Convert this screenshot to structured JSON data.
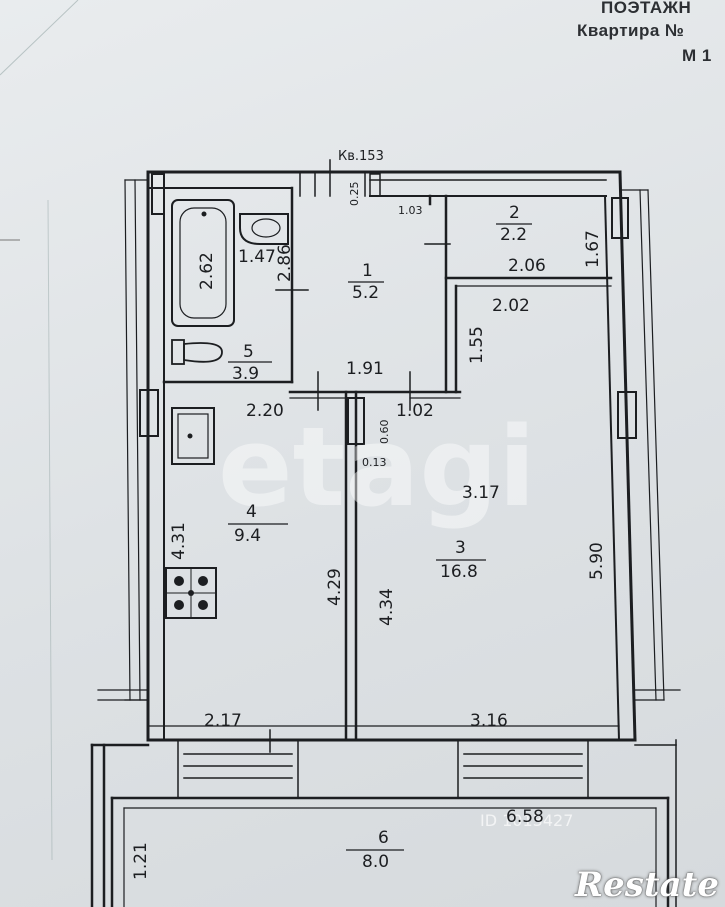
{
  "header": {
    "line1": "ПОЭТАЖН",
    "line2": "Квартира №",
    "line3": "М 1"
  },
  "plan": {
    "unit_label": "Кв.153",
    "rooms": [
      {
        "id": "1",
        "area": "5.2"
      },
      {
        "id": "2",
        "area": "2.2"
      },
      {
        "id": "3",
        "area": "16.8"
      },
      {
        "id": "4",
        "area": "9.4"
      },
      {
        "id": "5",
        "area": "3.9"
      },
      {
        "id": "6",
        "area": "8.0"
      }
    ],
    "dimensions": {
      "bath_len": "2.62",
      "bath_w": "1.47",
      "hall_h": "2.86",
      "hall_top": "0.25",
      "hall_top_w": "1.03",
      "r2_h": "1.67",
      "r2_w": "2.06",
      "r3_top_w": "2.02",
      "r3_step": "1.55",
      "hall_w": "1.91",
      "kitchen_top": "2.20",
      "door_w": "1.02",
      "gap_060": "0.60",
      "gap_013": "0.13",
      "r3_mid": "3.17",
      "r3_right": "5.90",
      "kitchen_h": "4.31",
      "kitchen_right": "4.29",
      "r3_left": "4.34",
      "kitchen_bottom": "2.17",
      "r3_bottom": "3.16",
      "balcony_w": "6.58",
      "balcony_h": "1.21"
    }
  },
  "watermarks": {
    "center": "etagi",
    "id_text": "ID 1013427",
    "logo": "Restate"
  }
}
